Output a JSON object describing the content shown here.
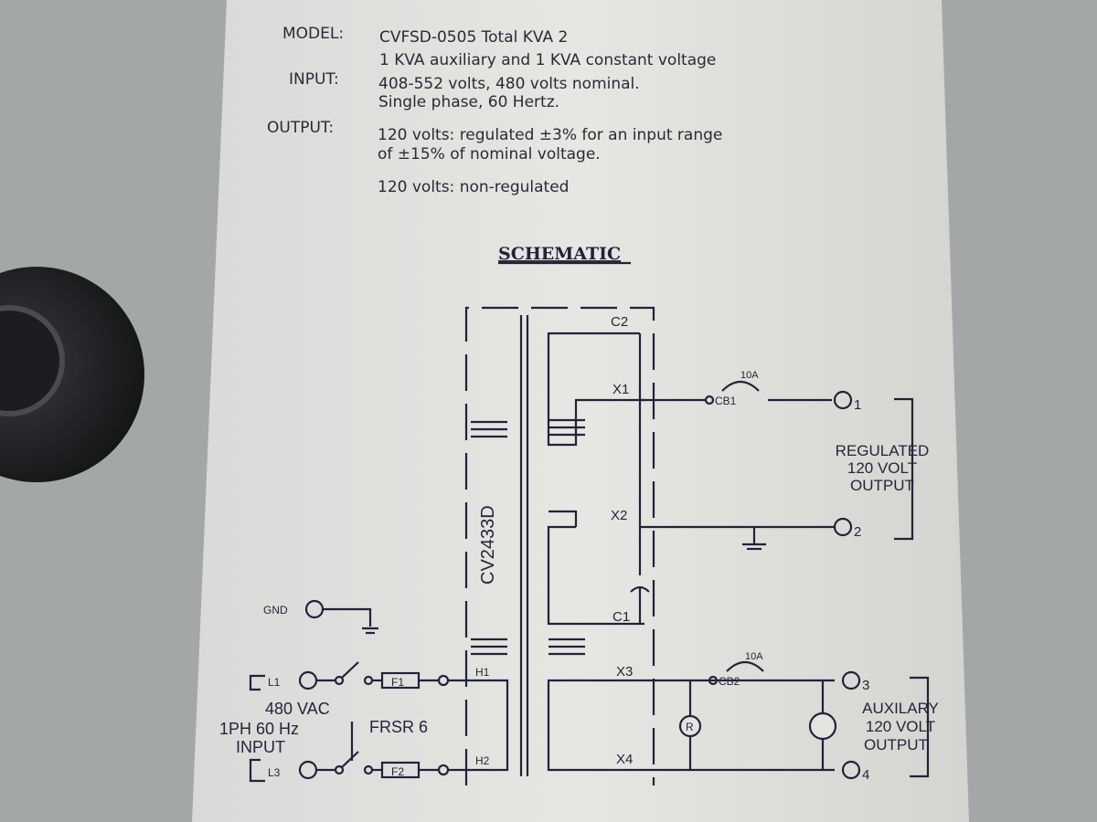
{
  "specs": {
    "model_label": "MODEL:",
    "model_line1": "CVFSD-0505 Total KVA 2",
    "model_line2": "1 KVA auxiliary and 1 KVA constant voltage",
    "input_label": "INPUT:",
    "input_line1": "408-552 volts, 480 volts nominal.",
    "input_line2": "Single phase, 60 Hertz.",
    "output_label": "OUTPUT:",
    "output_line1": "120 volts: regulated ±3% for an input range",
    "output_line2": "of ±15% of nominal voltage.",
    "output_line3": "120 volts: non-regulated"
  },
  "schematic": {
    "title": "SCHEMATIC",
    "transformer": "CV2433D",
    "c2": "C2",
    "c1": "C1",
    "x1": "X1",
    "x2": "X2",
    "x3": "X3",
    "x4": "X4",
    "h1": "H1",
    "h2": "H2",
    "cb1": "CB1",
    "cb2": "CB2",
    "cb_rating1": "10A",
    "cb_rating2": "10A",
    "t1": "1",
    "t2": "2",
    "t3": "3",
    "t4": "4",
    "regulated": [
      "REGULATED",
      "120 VOLT",
      "OUTPUT"
    ],
    "auxiliary": [
      "AUXILARY",
      "120 VOLT",
      "OUTPUT"
    ],
    "gnd": "GND",
    "l1": "L1",
    "l3": "L3",
    "f1": "F1",
    "f2": "F2",
    "input": [
      "480 VAC",
      "1PH 60 Hz",
      "INPUT"
    ],
    "fuse_type": "FRSR 6",
    "lamp": "R"
  }
}
